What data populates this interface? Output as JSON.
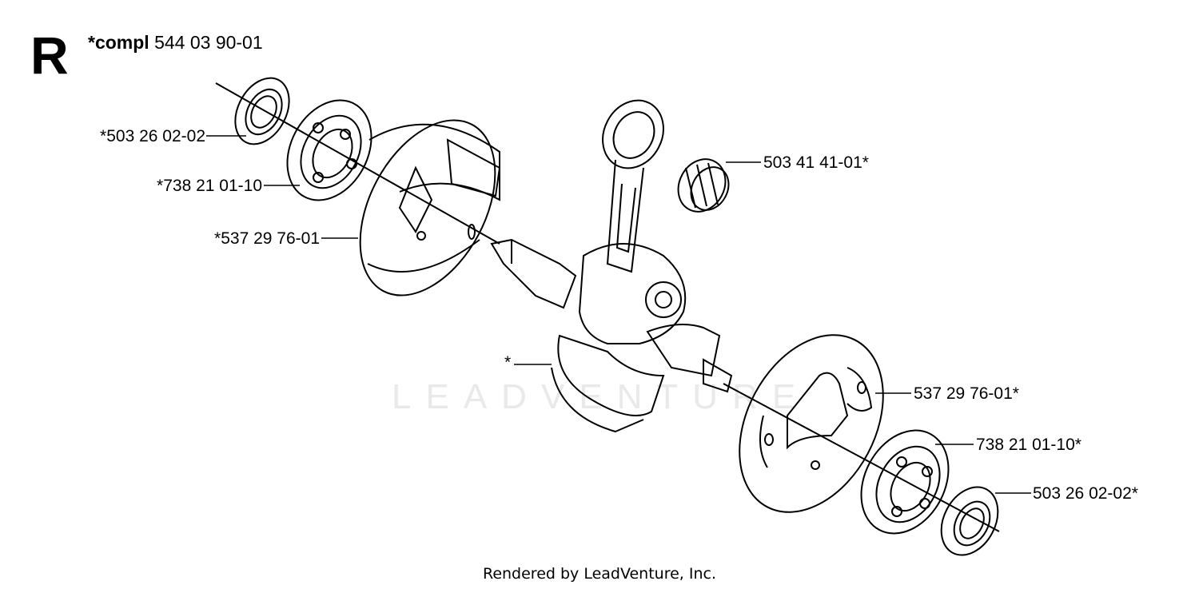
{
  "section_letter": "R",
  "kit": {
    "label": "*compl",
    "part_number": "544 03 90-01"
  },
  "callouts": {
    "left_seal": "*503 26 02-02",
    "left_bearing": "*738 21 01-10",
    "left_half": "*537 29 76-01",
    "needle_bearing": "503 41 41-01*",
    "crankshaft": "*",
    "right_half": "537 29 76-01*",
    "right_bearing": "738 21 01-10*",
    "right_seal": "503 26 02-02*"
  },
  "watermark": "LEADVENTURE",
  "footer": "Rendered by LeadVenture, Inc."
}
